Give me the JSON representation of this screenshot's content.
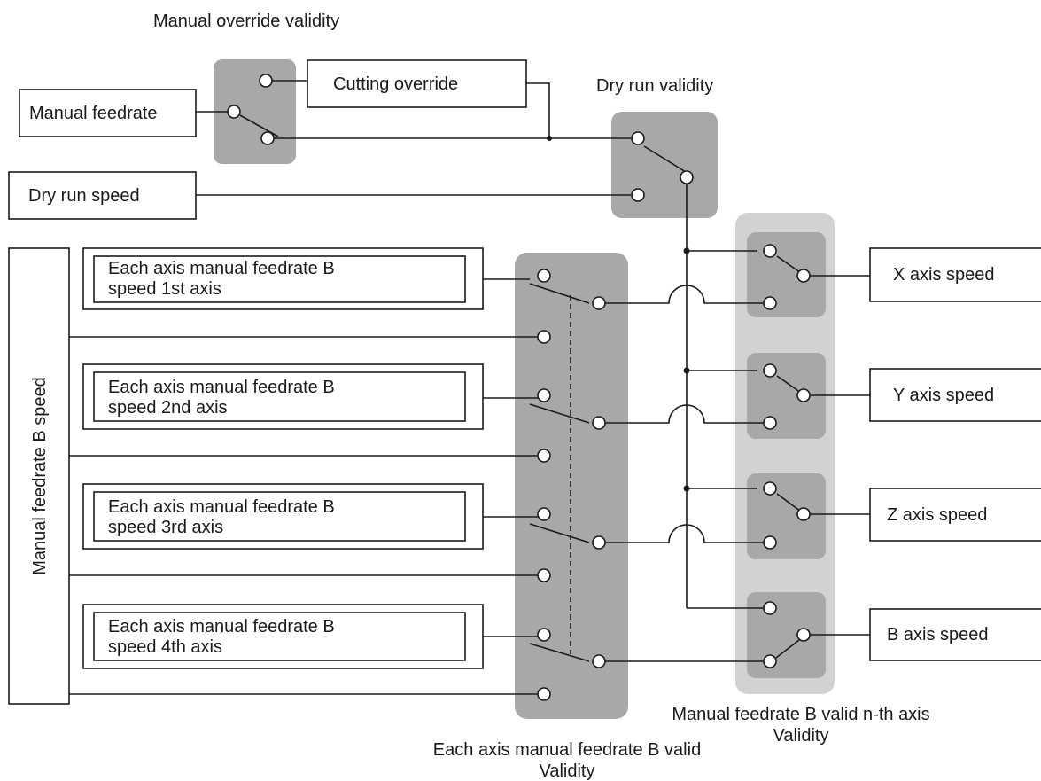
{
  "labels": {
    "manual_override_validity": "Manual override validity",
    "cutting_override": "Cutting override",
    "manual_feedrate": "Manual feedrate",
    "dry_run_validity": "Dry run validity",
    "dry_run_speed": "Dry run speed",
    "manual_feedrate_b_speed": "Manual feedrate B speed",
    "axis_speed_1_line1": "Each axis manual feedrate B",
    "axis_speed_1_line2": "speed 1st axis",
    "axis_speed_2_line1": "Each axis manual feedrate B",
    "axis_speed_2_line2": "speed 2nd axis",
    "axis_speed_3_line1": "Each axis manual feedrate B",
    "axis_speed_3_line2": "speed 3rd axis",
    "axis_speed_4_line1": "Each axis manual feedrate B",
    "axis_speed_4_line2": "speed 4th axis",
    "x_axis_speed": "X axis speed",
    "y_axis_speed": "Y axis speed",
    "z_axis_speed": "Z axis speed",
    "b_axis_speed": "B axis speed",
    "each_axis_valid_line1": "Each axis manual feedrate B valid",
    "each_axis_valid_line2": "Validity",
    "nth_axis_valid_line1": "Manual feedrate B valid n-th axis",
    "nth_axis_valid_line2": "Validity"
  }
}
